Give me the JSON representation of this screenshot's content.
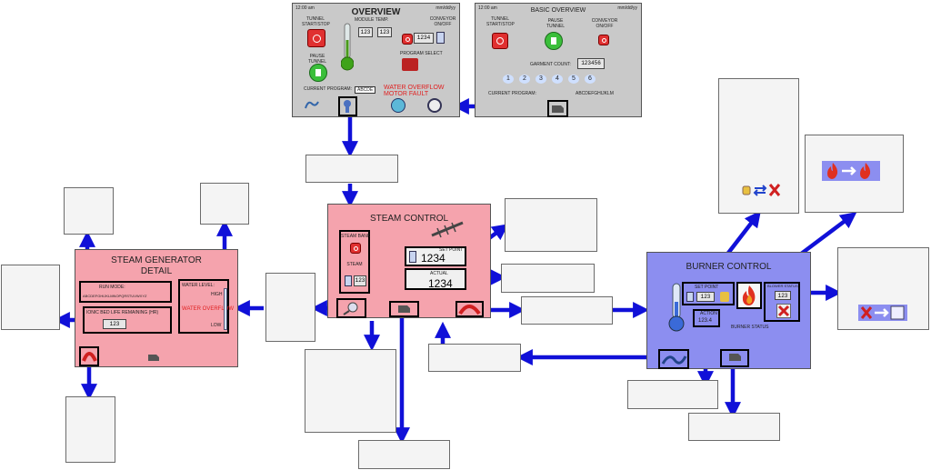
{
  "overview": {
    "time": "12:00 am",
    "date": "mm/dd/yy",
    "title": "OVERVIEW",
    "tunnel_label": "TUNNEL START/STOP",
    "module_temp_label": "MODULE TEMP.",
    "module_temp_values": [
      "123",
      "123"
    ],
    "conveyor_label": "CONVEYOR ON/OFF",
    "pause_label": "PAUSE TUNNEL",
    "conveyor_value": "1234",
    "program_select_label": "PROGRAM SELECT",
    "current_program_label": "CURRENT PROGRAM:",
    "current_program_value": "ABCDE",
    "alarm_text": "WATER OVERFLOW",
    "alarm_text_2": "MOTOR FAULT"
  },
  "basic_overview": {
    "time": "12:00 am",
    "date": "mm/dd/yy",
    "title": "BASIC OVERVIEW",
    "tunnel_label": "TUNNEL START/STOP",
    "pause_label": "PAUSE TUNNEL",
    "conveyor_label": "CONVEYOR ON/OFF",
    "garment_count_label": "GARMENT COUNT:",
    "garment_count_value": "123456",
    "program_buttons": [
      "1",
      "2",
      "3",
      "4",
      "5",
      "6"
    ],
    "current_program_label": "CURRENT PROGRAM:",
    "current_program_value": "ABCDEFGHIJKLM"
  },
  "steam_control": {
    "title": "STEAM CONTROL",
    "steam_bank_label": "STEAM BANK",
    "steam_label": "STEAM",
    "small_value": "123",
    "setpoint_label": "SET POINT",
    "setpoint_value": "1234",
    "actual_label": "ACTUAL",
    "actual_value": "1234"
  },
  "steam_generator": {
    "title_line1": "STEAM GENERATOR",
    "title_line2": "DETAIL",
    "run_mode_label": "RUN MODE:",
    "run_mode_value": "ABCDEFGHIJKLMNOPQRSTUVWXYZ",
    "ionic_label": "IONIC BED LIFE REMAINING (HR)",
    "ionic_value": "123",
    "water_level_label": "WATER LEVEL:",
    "high_label": "HIGH",
    "low_label": "LOW",
    "water_overflow": "WATER OVERFLOW"
  },
  "burner_control": {
    "title": "BURNER CONTROL",
    "setpoint_label": "SET POINT",
    "setpoint_value": "123",
    "action_label": "ACTION",
    "action_value": "123.4",
    "burner_status_label": "BURNER STATUS",
    "blower_status_label": "BLOWER STATUS",
    "blower_value": "123"
  },
  "colors": {
    "arrow": "#1010d8",
    "steam_panel": "#f5a3ad",
    "burner_panel": "#8c8ef0",
    "overview_panel": "#c9c9c9"
  }
}
